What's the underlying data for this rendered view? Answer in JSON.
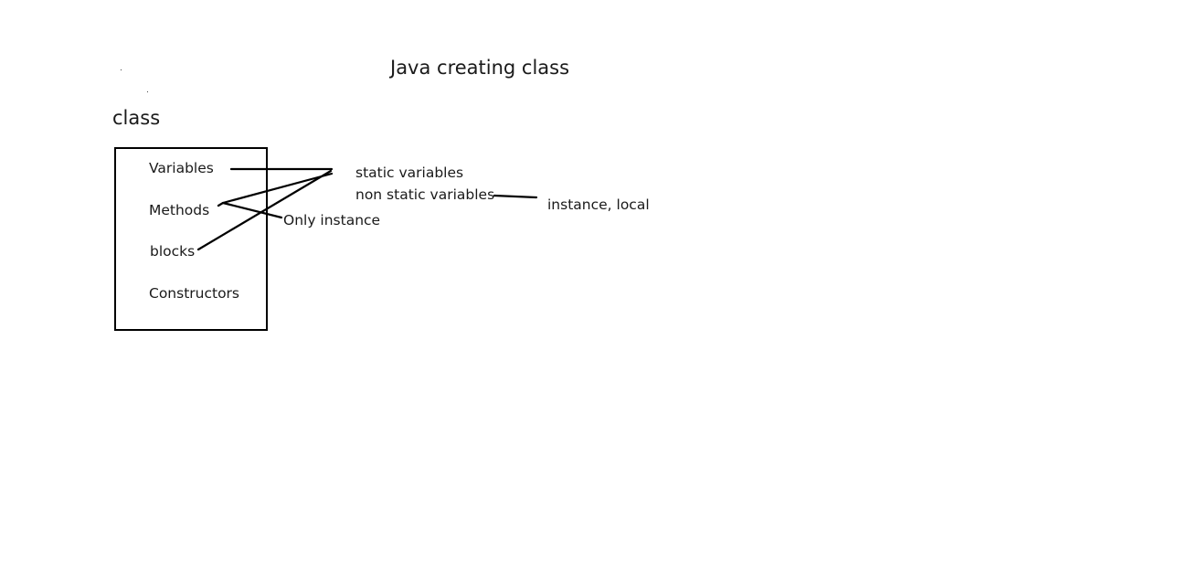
{
  "title": "Java creating class",
  "class_heading": "class",
  "members": {
    "variables": "Variables",
    "methods": "Methods",
    "blocks": "blocks",
    "constructors": "Constructors"
  },
  "notes": {
    "static_variables": "static variables",
    "non_static_variables": "non static variables",
    "only_instance": "Only instance",
    "instance_local": "instance, local"
  }
}
